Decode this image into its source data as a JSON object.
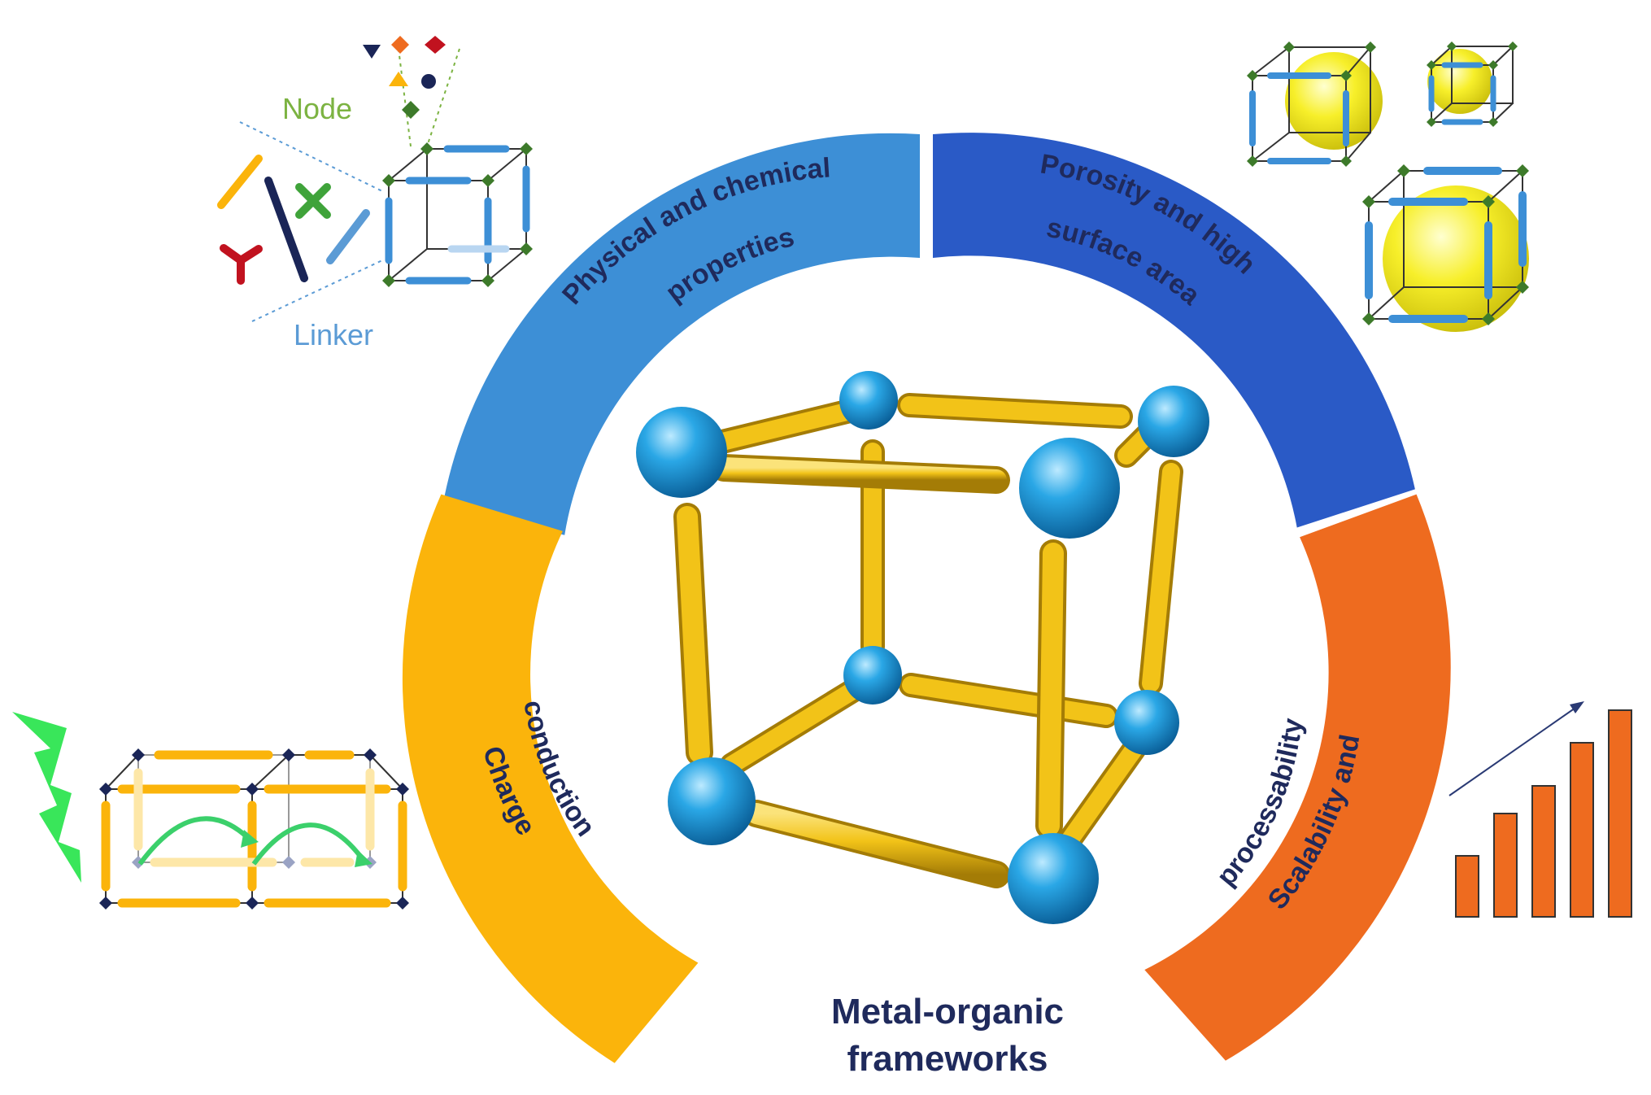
{
  "title": {
    "line1": "Metal-organic",
    "line2": "frameworks"
  },
  "segments": [
    {
      "id": "physical",
      "line1": "Physical and chemical",
      "line2": "properties",
      "color": "#3d8fd6"
    },
    {
      "id": "porosity",
      "line1": "Porosity and high",
      "line2": "surface area",
      "color": "#2a5ac6"
    },
    {
      "id": "charge",
      "line1": "Charge",
      "line2": "conduction",
      "color": "#fbb40b"
    },
    {
      "id": "scalability",
      "line1": "Scalability and",
      "line2": "processability",
      "color": "#ee6b1f"
    }
  ],
  "labels": {
    "node": "Node",
    "linker": "Linker"
  },
  "colors": {
    "text": "#1f2a5c",
    "node_label": "#7cb342",
    "linker_label": "#5b9bd5",
    "rod": "#f2c318",
    "sphere": "#2aa7e6",
    "pore": "#f7ef2a",
    "bar": "#ee6b1f",
    "lightning": "#39e65a",
    "arrow": "#3bd06b",
    "cage_blue": "#3d8fd6",
    "cage_yellow": "#fbb40b",
    "node_dark": "#1a2557",
    "node_green": "#3d7a2a"
  },
  "icons": {
    "lightning": "lightning-bolt-icon",
    "growth": "bar-chart-growth-icon",
    "framework": "cubic-framework-icon"
  }
}
